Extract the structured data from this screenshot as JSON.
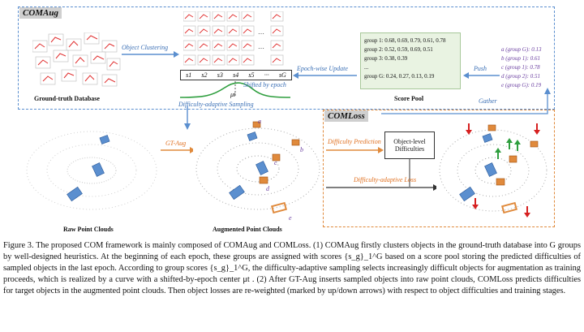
{
  "figure": {
    "comaug_tag": "COMAug",
    "comloss_tag": "COMLoss",
    "labels": {
      "gt_database": "Ground-truth Database",
      "object_clustering": "Object Clustering",
      "epoch_update": "Epoch-wise Update",
      "score_pool": "Score Pool",
      "push": "Push",
      "gather": "Gather",
      "shifted_by_epoch": "Shifted by epoch",
      "difficulty_sampling": "Difficulty-adaptive Sampling",
      "mu_t": "μt",
      "gt_aug": "GT-Aug",
      "difficulty_prediction": "Difficulty Prediction",
      "object_level_difficulties": "Object-level Difficulties",
      "difficulty_loss": "Difficulty-adaptive Loss",
      "raw_pc": "Raw Point Clouds",
      "augmented_pc": "Augmented Point Clouds"
    },
    "group_headers": [
      "s1",
      "s2",
      "s3",
      "s4",
      "s5",
      "···",
      "sG"
    ],
    "score_pool_rows": [
      "group 1: 0.68, 0.69, 0.79, 0.61, 0.78",
      "group 2: 0.52, 0.59, 0.69, 0.51",
      "group 3: 0.38, 0.39",
      "...",
      "group G: 0.24, 0.27, 0.13, 0.19"
    ],
    "object_groups": [
      "a (group G): 0.13",
      "b (group 1): 0.61",
      "c (group 1): 0.78",
      "d (group 2): 0.51",
      "e (group G): 0.19"
    ],
    "markers": [
      "a",
      "b",
      "c",
      "d",
      "e"
    ],
    "colors": {
      "blue": "#5b8fcf",
      "orange": "#e08a3c",
      "green": "#2e9e3e",
      "red": "#d62020",
      "purple": "#6a3ea0"
    }
  },
  "caption": "Figure 3. The proposed COM framework is mainly composed of COMAug and COMLoss. (1) COMAug firstly clusters objects in the ground-truth database into G groups by well-designed heuristics. At the beginning of each epoch, these groups are assigned with scores {s_g}_1^G based on a score pool storing the predicted difficulties of sampled objects in the last epoch. According to group scores {s_g}_1^G, the difficulty-adaptive sampling selects increasingly difficult objects for augmentation as training proceeds, which is realized by a curve with a shifted-by-epoch center μt . (2) After GT-Aug inserts sampled objects into raw point clouds, COMLoss predicts difficulties for target objects in the augmented point clouds. Then object losses are re-weighted (marked by up/down arrows) with respect to object difficulties and training stages."
}
